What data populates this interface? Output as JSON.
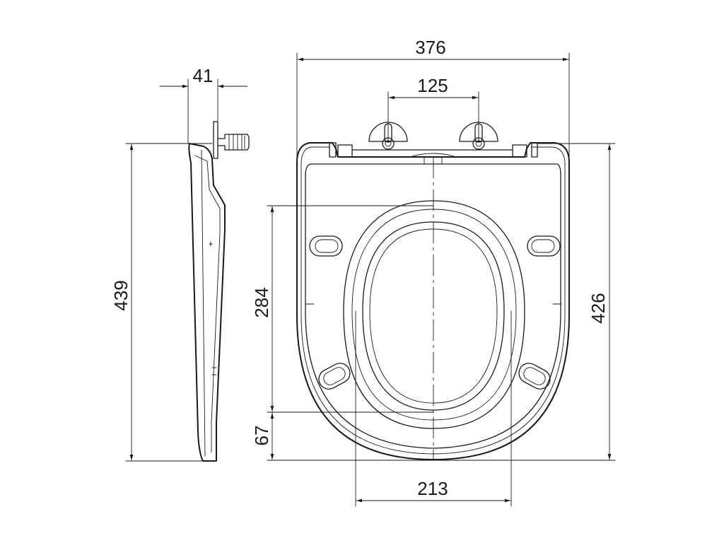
{
  "drawing": {
    "dimensions": {
      "overall_width": "376",
      "hinge_spacing": "125",
      "side_thickness": "41",
      "side_height": "439",
      "seat_length": "426",
      "opening_length": "284",
      "front_offset": "67",
      "opening_width": "213"
    }
  }
}
